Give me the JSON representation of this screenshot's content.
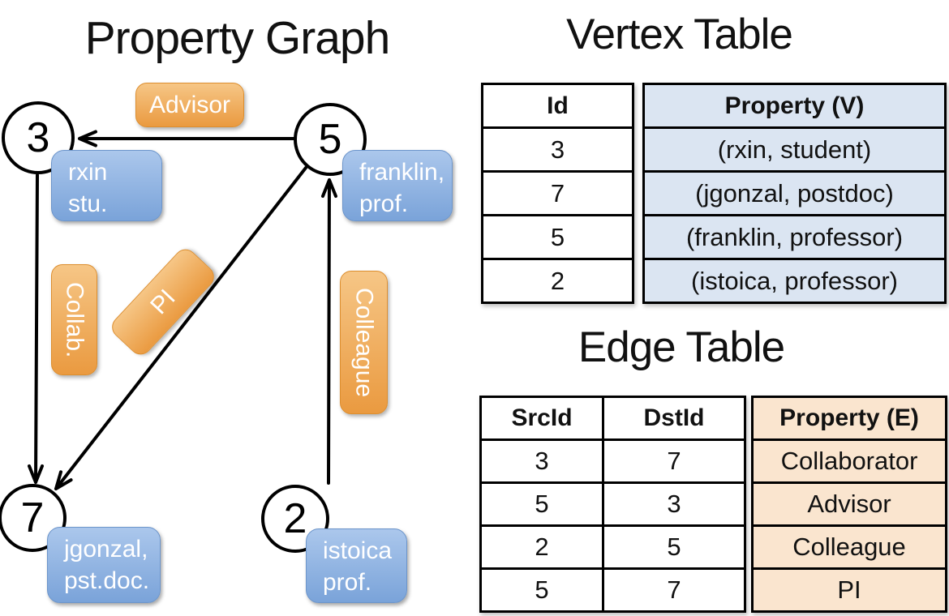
{
  "titles": {
    "graph": "Property Graph",
    "vertex_table": "Vertex Table",
    "edge_table": "Edge Table"
  },
  "graph": {
    "nodes": [
      {
        "id": "3",
        "prop_line1": "rxin",
        "prop_line2": "stu."
      },
      {
        "id": "5",
        "prop_line1": "franklin,",
        "prop_line2": "prof."
      },
      {
        "id": "7",
        "prop_line1": "jgonzal,",
        "prop_line2": "pst.doc."
      },
      {
        "id": "2",
        "prop_line1": "istoica",
        "prop_line2": "prof."
      }
    ],
    "edge_labels": {
      "advisor": "Advisor",
      "collab": "Collab.",
      "pi": "PI",
      "colleague": "Colleague"
    }
  },
  "vertex_table": {
    "id_header": "Id",
    "property_header": "Property (V)",
    "rows": [
      {
        "id": "3",
        "property": "(rxin, student)"
      },
      {
        "id": "7",
        "property": "(jgonzal, postdoc)"
      },
      {
        "id": "5",
        "property": "(franklin, professor)"
      },
      {
        "id": "2",
        "property": "(istoica, professor)"
      }
    ]
  },
  "edge_table": {
    "src_header": "SrcId",
    "dst_header": "DstId",
    "property_header": "Property (E)",
    "rows": [
      {
        "src": "3",
        "dst": "7",
        "property": "Collaborator"
      },
      {
        "src": "5",
        "dst": "3",
        "property": "Advisor"
      },
      {
        "src": "2",
        "dst": "5",
        "property": "Colleague"
      },
      {
        "src": "5",
        "dst": "7",
        "property": "PI"
      }
    ]
  },
  "colors": {
    "vertex_box_light": "#ABC7EC",
    "vertex_box_dark": "#7AA3D9",
    "vertex_box_border": "#6C95CB",
    "edge_box_light": "#F6C686",
    "edge_box_dark": "#EA9A40",
    "edge_box_border": "#DD8E2E",
    "vertex_table_accent": "#DBE5F2",
    "edge_table_accent": "#FAE5CF",
    "line": "#000000"
  }
}
